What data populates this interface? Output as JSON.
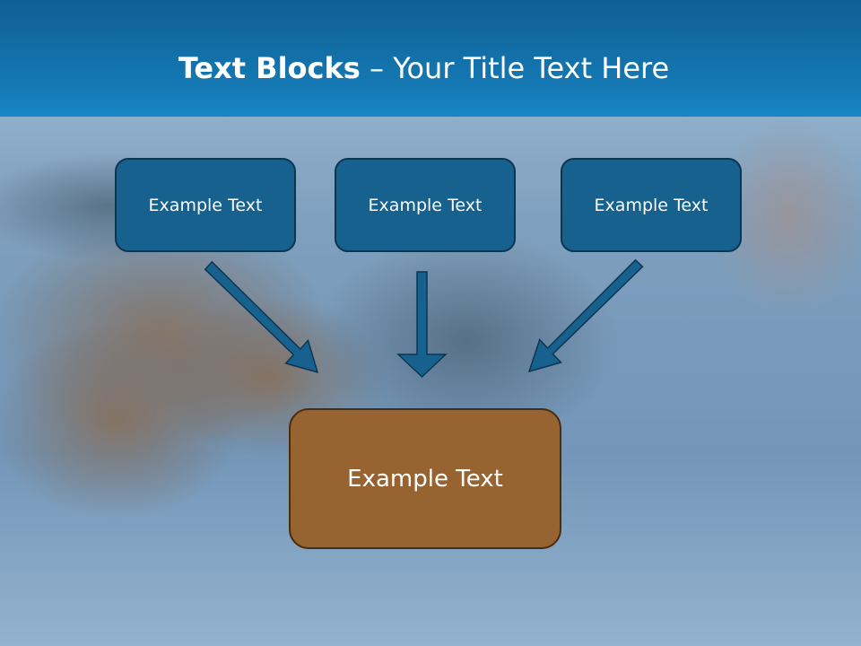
{
  "slide": {
    "title_bold": "Text Blocks",
    "title_dash": " – ",
    "title_rest": "Your Title Text Here"
  },
  "boxes": {
    "top_left": "Example Text",
    "top_center": "Example Text",
    "top_right": "Example Text",
    "bottom": "Example Text"
  },
  "colors": {
    "title_bar": "#1579b4",
    "box_blue": "#17618f",
    "box_brown": "#976331",
    "arrow": "#17618f"
  }
}
